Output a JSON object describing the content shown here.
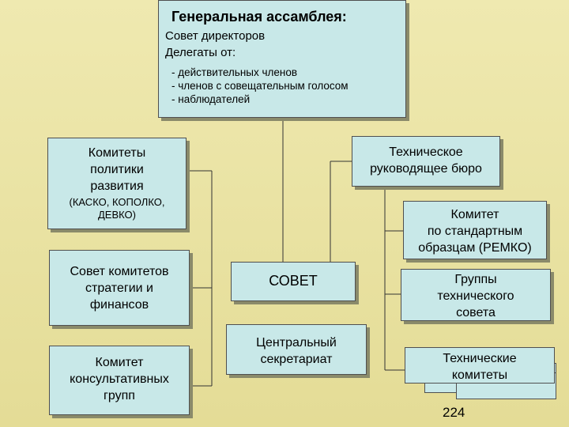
{
  "assembly": {
    "title": "Генеральная ассамблея:",
    "line1": "Совет директоров",
    "line2": "Делегаты от:",
    "items": [
      "- действительных членов",
      "- членов с совещательным голосом",
      "- наблюдателей"
    ]
  },
  "committees_policy": {
    "line1": "Комитеты",
    "line2": "политики",
    "line3": "развития",
    "sub1": "(КАСКО, КОПОЛКО,",
    "sub2": "ДЕВКО)"
  },
  "strategy_council": {
    "line1": "Совет комитетов",
    "line2": "стратегии и",
    "line3": "финансов"
  },
  "advisory_committee": {
    "line1": "Комитет",
    "line2": "консультативных",
    "line3": "групп"
  },
  "tech_bureau": {
    "line1": "Техническое",
    "line2": "руководящее бюро"
  },
  "remko": {
    "line1": "Комитет",
    "line2": "по стандартным",
    "line3": "образцам (РЕМКО)"
  },
  "tech_groups": {
    "line1": "Группы",
    "line2": "технического",
    "line3": "совета"
  },
  "council": {
    "label": "СОВЕТ"
  },
  "secretariat": {
    "line1": "Центральный",
    "line2": "секретариат"
  },
  "tech_committees": {
    "line1": "Технические",
    "line2": "комитеты"
  },
  "page_number": "224",
  "colors": {
    "box_fill": "#c8e8e8",
    "background": "#e9e2a3",
    "border": "#4f4f4f"
  }
}
